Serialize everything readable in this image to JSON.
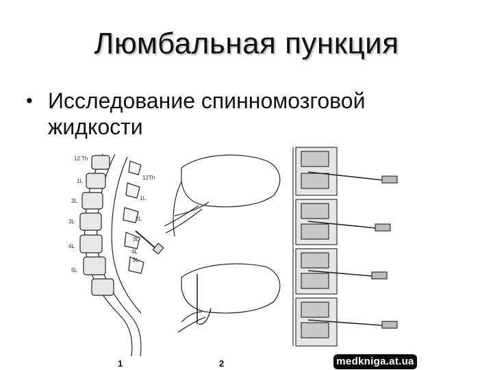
{
  "slide": {
    "title": "Люмбальная пункция",
    "bullets": [
      {
        "text": "Исследование спинномозговой жидкости"
      }
    ]
  },
  "figure": {
    "panel_labels": [
      "1",
      "2"
    ],
    "spine_labels": [
      "12 Th",
      "1L",
      "2L",
      "3L",
      "4L",
      "5L",
      "12Th",
      "1L",
      "2L",
      "3L",
      "4L",
      "5L"
    ],
    "watermark": "medkniga.at.ua"
  }
}
